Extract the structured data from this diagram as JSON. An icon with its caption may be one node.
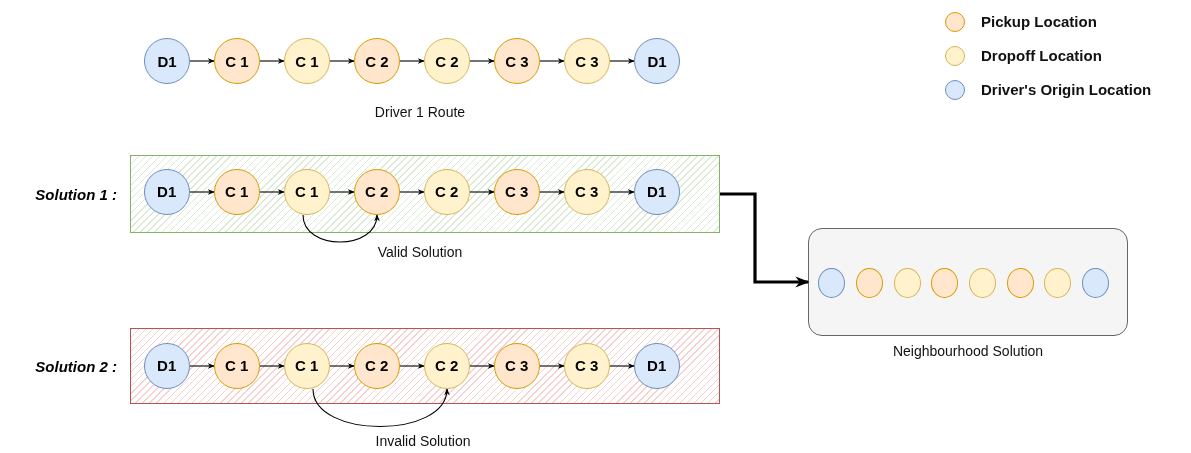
{
  "diagram": {
    "nodes": [
      {
        "text": [
          "D1"
        ]
      },
      {
        "text": [
          "C 1"
        ]
      },
      {
        "text": [
          "C 1"
        ]
      },
      {
        "text": [
          "C 2"
        ]
      },
      {
        "text": [
          "C 2"
        ]
      },
      {
        "text": [
          "C 3"
        ]
      },
      {
        "text": [
          "C 3"
        ]
      },
      {
        "text": [
          "D1"
        ]
      },
      {
        "text": [],
        "shape": "box",
        "beside": [
          "Solution 1 :"
        ]
      },
      {
        "text": [
          "D1"
        ],
        "in": 8
      },
      {
        "text": [
          "C 1"
        ],
        "in": 8
      },
      {
        "text": [
          "C 1"
        ],
        "in": 8
      },
      {
        "text": [
          "C 2"
        ],
        "in": 8
      },
      {
        "text": [
          "C 2"
        ],
        "in": 8
      },
      {
        "text": [
          "C 3"
        ],
        "in": 8
      },
      {
        "text": [
          "C 3"
        ],
        "in": 8
      },
      {
        "text": [
          "D1"
        ],
        "in": 8
      },
      {
        "text": [],
        "shape": "box",
        "beside": [
          "Solution 2 :"
        ]
      },
      {
        "text": [
          "D1"
        ],
        "in": 17
      },
      {
        "text": [
          "C 1"
        ],
        "in": 17
      },
      {
        "text": [
          "C 1"
        ],
        "in": 17
      },
      {
        "text": [
          "C 2"
        ],
        "in": 17
      },
      {
        "text": [
          "C 2"
        ],
        "in": 17
      },
      {
        "text": [
          "C 3"
        ],
        "in": 17
      },
      {
        "text": [
          "C 3"
        ],
        "in": 17
      },
      {
        "text": [
          "D1"
        ],
        "in": 17
      },
      {
        "text": [
          "Neighbourhood Solution"
        ]
      },
      {
        "text": [],
        "shape": "circle",
        "in": 26
      },
      {
        "text": [],
        "shape": "circle",
        "in": 26
      },
      {
        "text": [],
        "shape": "circle",
        "in": 26
      },
      {
        "text": [],
        "shape": "circle",
        "in": 26
      },
      {
        "text": [],
        "shape": "circle",
        "in": 26
      },
      {
        "text": [],
        "shape": "circle",
        "in": 26
      },
      {
        "text": [],
        "shape": "circle",
        "in": 26
      },
      {
        "text": [],
        "shape": "circle",
        "in": 26
      }
    ],
    "edges": [
      {
        "from": 0,
        "to": 1,
        "arrow": "to"
      },
      {
        "from": 1,
        "to": 2,
        "arrow": "to"
      },
      {
        "from": 2,
        "to": 3,
        "arrow": "to"
      },
      {
        "from": 3,
        "to": 4,
        "arrow": "to"
      },
      {
        "from": 4,
        "to": 5,
        "arrow": "to"
      },
      {
        "from": 5,
        "to": 6,
        "arrow": "to"
      },
      {
        "from": 6,
        "to": 7,
        "arrow": "to"
      },
      {
        "from": 9,
        "to": 10,
        "arrow": "to"
      },
      {
        "from": 10,
        "to": 11,
        "arrow": "to"
      },
      {
        "from": 11,
        "to": 12,
        "arrow": "to"
      },
      {
        "from": 12,
        "to": 13,
        "arrow": "to"
      },
      {
        "from": 13,
        "to": 14,
        "arrow": "to"
      },
      {
        "from": 14,
        "to": 15,
        "arrow": "to"
      },
      {
        "from": 15,
        "to": 16,
        "arrow": "to"
      },
      {
        "from": 11,
        "to": 12,
        "arrow": "to",
        "label": "Valid Solution"
      },
      {
        "from": 18,
        "to": 19,
        "arrow": "to"
      },
      {
        "from": 19,
        "to": 20,
        "arrow": "to"
      },
      {
        "from": 20,
        "to": 21,
        "arrow": "to"
      },
      {
        "from": 21,
        "to": 22,
        "arrow": "to"
      },
      {
        "from": 22,
        "to": 23,
        "arrow": "to"
      },
      {
        "from": 23,
        "to": 24,
        "arrow": "to"
      },
      {
        "from": 24,
        "to": 25,
        "arrow": "to"
      },
      {
        "from": 20,
        "to": 22,
        "arrow": "to",
        "label": "Invalid Solution"
      },
      {
        "from": 8,
        "to": 26,
        "arrow": "to",
        "style": "thick"
      }
    ],
    "labels": [
      "Driver 1 Route"
    ],
    "legend": [
      {
        "text": "Pickup Location",
        "color": "#ffe6cc"
      },
      {
        "text": "Dropoff Location",
        "color": "#fff2cc"
      },
      {
        "text": "Driver's Origin Location",
        "color": "#dae8fc"
      }
    ]
  }
}
